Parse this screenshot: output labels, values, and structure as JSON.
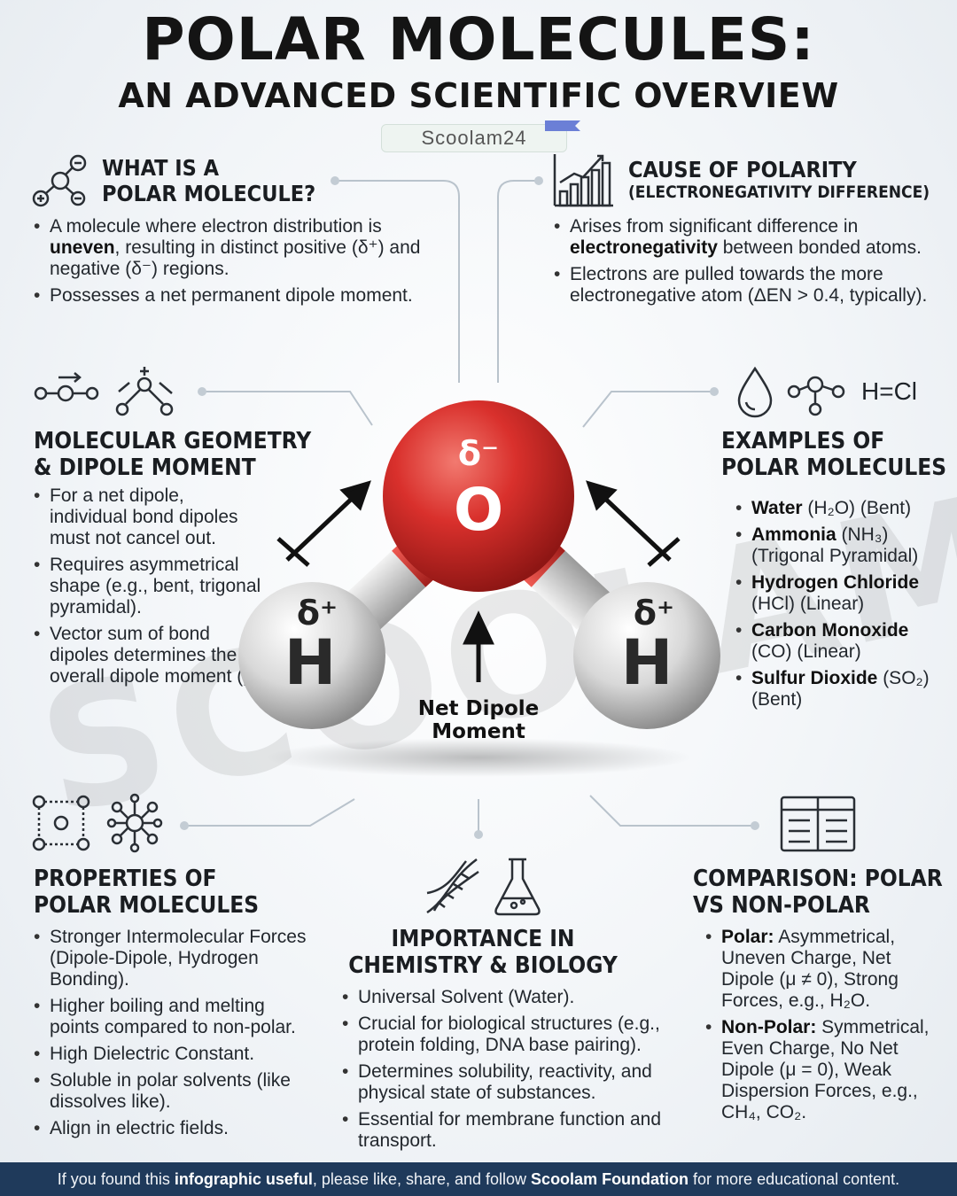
{
  "header": {
    "title": "POLAR MOLECULES:",
    "subtitle": "AN ADVANCED SCIENTIFIC OVERVIEW",
    "brand": "Scoolam24"
  },
  "watermark": "SCOOLAM",
  "sections": {
    "what_is": {
      "heading_line1": "WHAT IS A",
      "heading_line2": "POLAR MOLECULE?",
      "items": [
        [
          "A molecule where electron distribution is ",
          "uneven",
          ", resulting in distinct positive (δ⁺) and negative (δ⁻) regions."
        ],
        [
          "Possesses a net permanent dipole moment."
        ]
      ]
    },
    "cause": {
      "heading_line1": "CAUSE OF POLARITY",
      "heading_line2": "(ELECTRONEGATIVITY DIFFERENCE)",
      "items": [
        [
          "Arises from significant difference in ",
          "electronegativity",
          " between bonded atoms."
        ],
        [
          "Electrons are pulled towards the more electronegative atom (ΔEN > 0.4, typically)."
        ]
      ]
    },
    "geometry": {
      "heading_line1": "MOLECULAR GEOMETRY",
      "heading_line2": "& DIPOLE MOMENT",
      "items": [
        [
          "For a net dipole, individual bond dipoles must not cancel out."
        ],
        [
          "Requires asymmetrical shape (e.g., bent, trigonal pyramidal)."
        ],
        [
          "Vector sum of bond dipoles determines the overall dipole moment (μ)."
        ]
      ]
    },
    "examples": {
      "heading_line1": "EXAMPLES OF",
      "heading_line2": "POLAR MOLECULES",
      "icon_text": "H=Cl",
      "items": [
        [
          "Water",
          " (H₂O) (Bent)"
        ],
        [
          "Ammonia",
          " (NH₃) (Trigonal Pyramidal)"
        ],
        [
          "Hydrogen Chloride",
          " (HCl) (Linear)"
        ],
        [
          "Carbon Monoxide",
          " (CO) (Linear)"
        ],
        [
          "Sulfur Dioxide",
          " (SO₂) (Bent)"
        ]
      ]
    },
    "properties": {
      "heading_line1": "PROPERTIES OF",
      "heading_line2": "POLAR MOLECULES",
      "items": [
        [
          "Stronger Intermolecular Forces (Dipole-Dipole, Hydrogen Bonding)."
        ],
        [
          "Higher boiling and melting points compared to non-polar."
        ],
        [
          "High Dielectric Constant."
        ],
        [
          "Soluble in polar solvents (like dissolves like)."
        ],
        [
          "Align in electric fields."
        ]
      ]
    },
    "importance": {
      "heading_line1": "IMPORTANCE IN",
      "heading_line2": "CHEMISTRY & BIOLOGY",
      "items": [
        [
          "Universal Solvent (Water)."
        ],
        [
          "Crucial for biological structures (e.g., protein folding, DNA base pairing)."
        ],
        [
          "Determines solubility, reactivity, and physical state of substances."
        ],
        [
          "Essential for membrane function and transport."
        ]
      ]
    },
    "comparison": {
      "heading_line1": "COMPARISON: POLAR",
      "heading_line2": "VS NON-POLAR",
      "items": [
        [
          "Polar:",
          " Asymmetrical, Uneven Charge, Net Dipole (μ ≠ 0), Strong Forces, e.g., H₂O."
        ],
        [
          "Non-Polar:",
          " Symmetrical, Even Charge, No Net Dipole (μ = 0), Weak Dispersion Forces, e.g., CH₄, CO₂."
        ]
      ]
    }
  },
  "molecule": {
    "oxygen_label": "O",
    "oxygen_charge": "δ⁻",
    "hydrogen_label": "H",
    "hydrogen_charge": "δ⁺",
    "net_dipole_line1": "Net Dipole",
    "net_dipole_line2": "Moment"
  },
  "footer": {
    "parts": [
      "If you found this ",
      "infographic useful",
      ", please like, share, and follow ",
      "Scoolam Foundation",
      " for more educational content."
    ]
  },
  "colors": {
    "oxygen": "#d9302c",
    "hydrogen": "#d8d8d8",
    "footer_bg": "#1f3a5b"
  }
}
